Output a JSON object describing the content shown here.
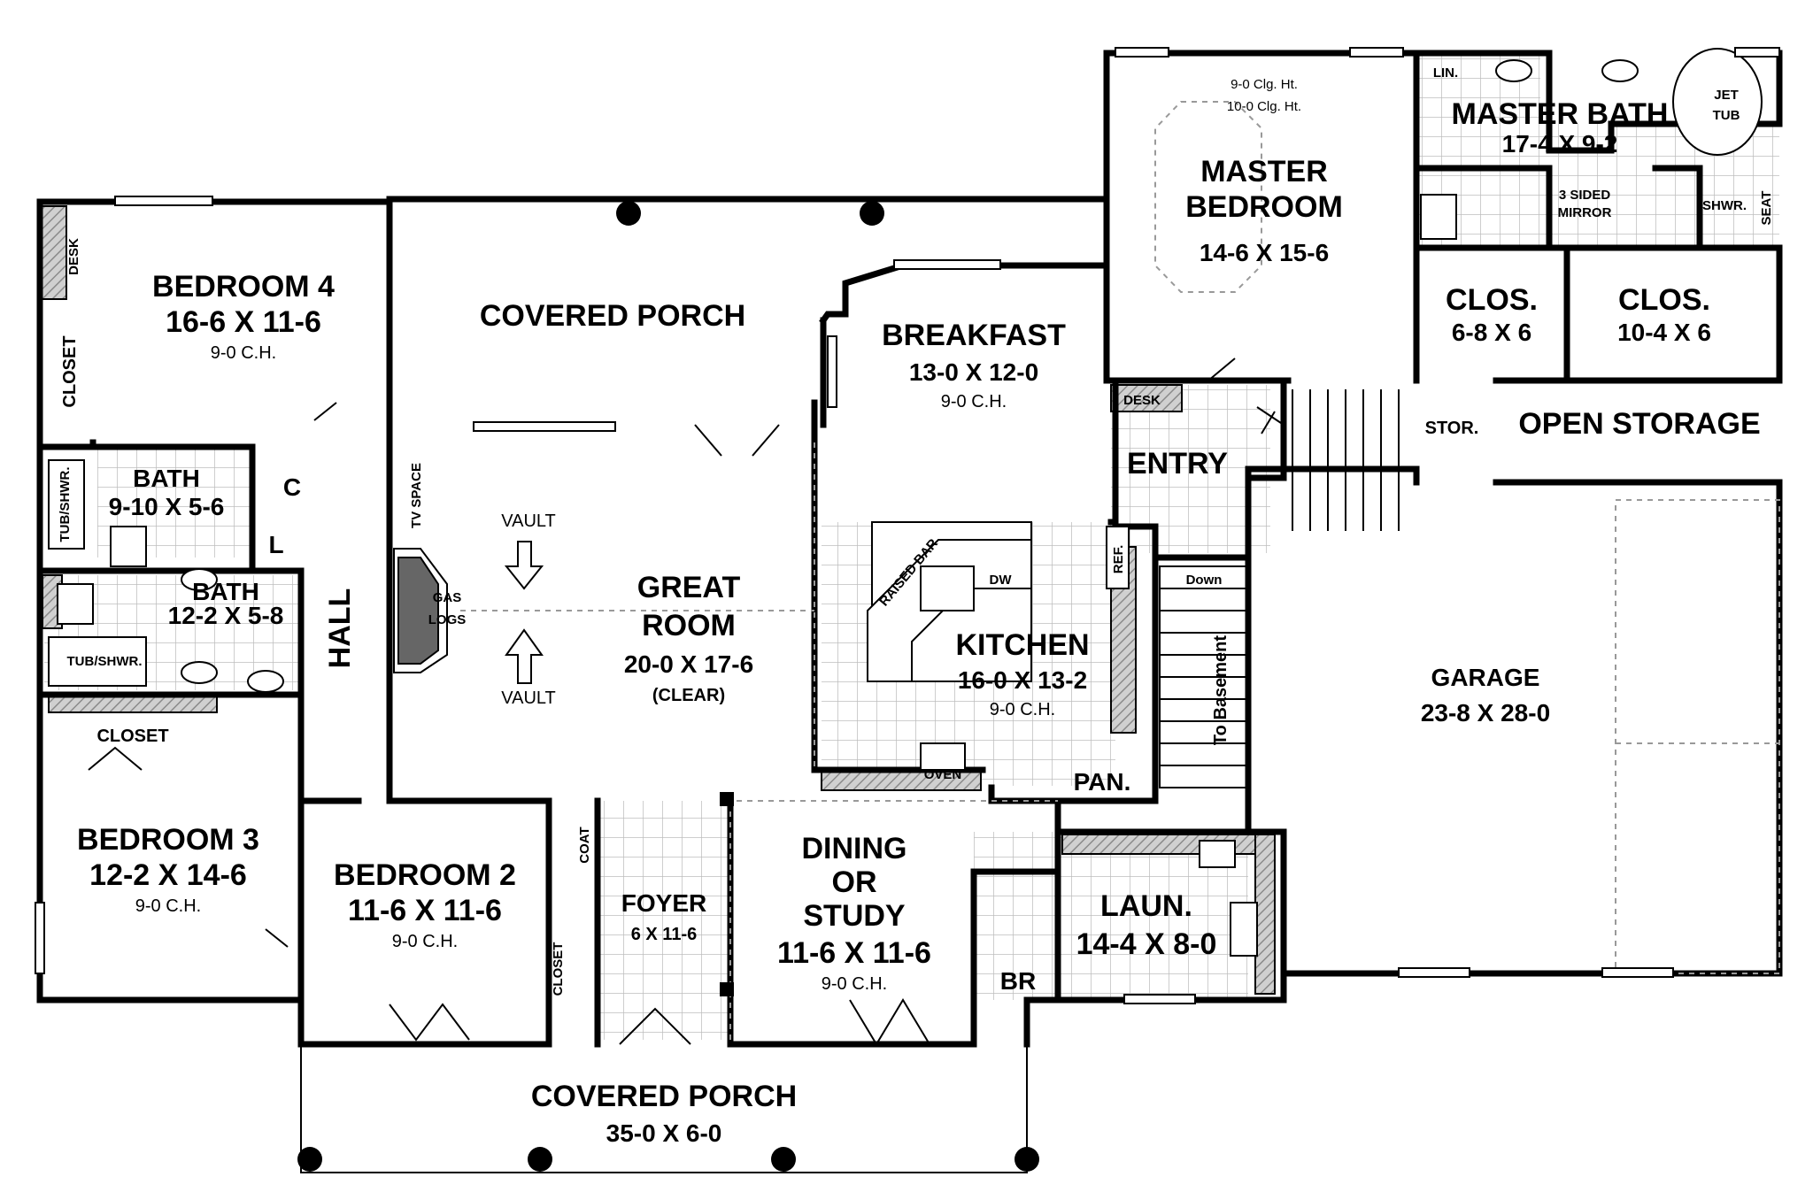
{
  "rooms": {
    "master_bedroom": {
      "name_line1": "MASTER",
      "name_line2": "BEDROOM",
      "size": "14-6 X 15-6",
      "ceiling1": "9-0 Clg. Ht.",
      "ceiling2": "10-0 Clg. Ht."
    },
    "master_bath": {
      "name": "MASTER BATH",
      "size": "17-4 X 9-2",
      "lin": "LIN.",
      "jet_tub_line1": "JET",
      "jet_tub_line2": "TUB",
      "mirror_line1": "3 SIDED",
      "mirror_line2": "MIRROR",
      "shower": "SHWR.",
      "seat": "SEAT"
    },
    "clos_1": {
      "name": "CLOS.",
      "size": "6-8 X 6"
    },
    "clos_2": {
      "name": "CLOS.",
      "size": "10-4 X 6"
    },
    "bedroom4": {
      "name": "BEDROOM 4",
      "size": "16-6 X 11-6",
      "ceiling": "9-0 C.H.",
      "desk": "DESK",
      "closet": "CLOSET"
    },
    "covered_porch_back": {
      "name": "COVERED PORCH"
    },
    "breakfast": {
      "name": "BREAKFAST",
      "size": "13-0 X 12-0",
      "ceiling": "9-0 C.H."
    },
    "entry": {
      "name": "ENTRY",
      "desk": "DESK"
    },
    "stor": {
      "name": "STOR."
    },
    "open_storage": {
      "name": "OPEN STORAGE"
    },
    "bath1": {
      "name": "BATH",
      "size": "9-10 X 5-6",
      "tub": "TUB/SHWR.",
      "c": "C",
      "l": "L"
    },
    "bath2": {
      "name": "BATH",
      "size": "12-2 X 5-8",
      "tub": "TUB/SHWR."
    },
    "hall": {
      "name": "HALL"
    },
    "great_room": {
      "name_line1": "GREAT",
      "name_line2": "ROOM",
      "size": "20-0 X 17-6",
      "note": "(CLEAR)",
      "vault_top": "VAULT",
      "vault_bottom": "VAULT",
      "tv_space": "TV SPACE",
      "gas_logs_line1": "GAS",
      "gas_logs_line2": "LOGS"
    },
    "kitchen": {
      "name": "KITCHEN",
      "size": "16-0 X 13-2",
      "ceiling": "9-0 C.H.",
      "raised_bar": "RAISED BAR",
      "dw": "DW",
      "ref": "REF.",
      "oven": "OVEN"
    },
    "pantry": {
      "name": "PAN."
    },
    "stairs": {
      "down": "Down",
      "basement": "To Basement"
    },
    "garage": {
      "name": "GARAGE",
      "size": "23-8 X 28-0"
    },
    "closet_b3": {
      "name": "CLOSET"
    },
    "bedroom3": {
      "name": "BEDROOM 3",
      "size": "12-2 X 14-6",
      "ceiling": "9-0 C.H."
    },
    "bedroom2": {
      "name": "BEDROOM 2",
      "size": "11-6 X 11-6",
      "ceiling": "9-0 C.H.",
      "coat": "COAT",
      "closet": "CLOSET"
    },
    "foyer": {
      "name": "FOYER",
      "size": "6 X 11-6"
    },
    "dining": {
      "name_line1": "DINING",
      "name_line2": "OR",
      "name_line3": "STUDY",
      "size": "11-6 X 11-6",
      "ceiling": "9-0 C.H."
    },
    "laundry": {
      "name": "LAUN.",
      "size": "14-4 X 8-0"
    },
    "br": {
      "name": "BR"
    },
    "covered_porch_front": {
      "name": "COVERED PORCH",
      "size": "35-0 X 6-0"
    }
  }
}
